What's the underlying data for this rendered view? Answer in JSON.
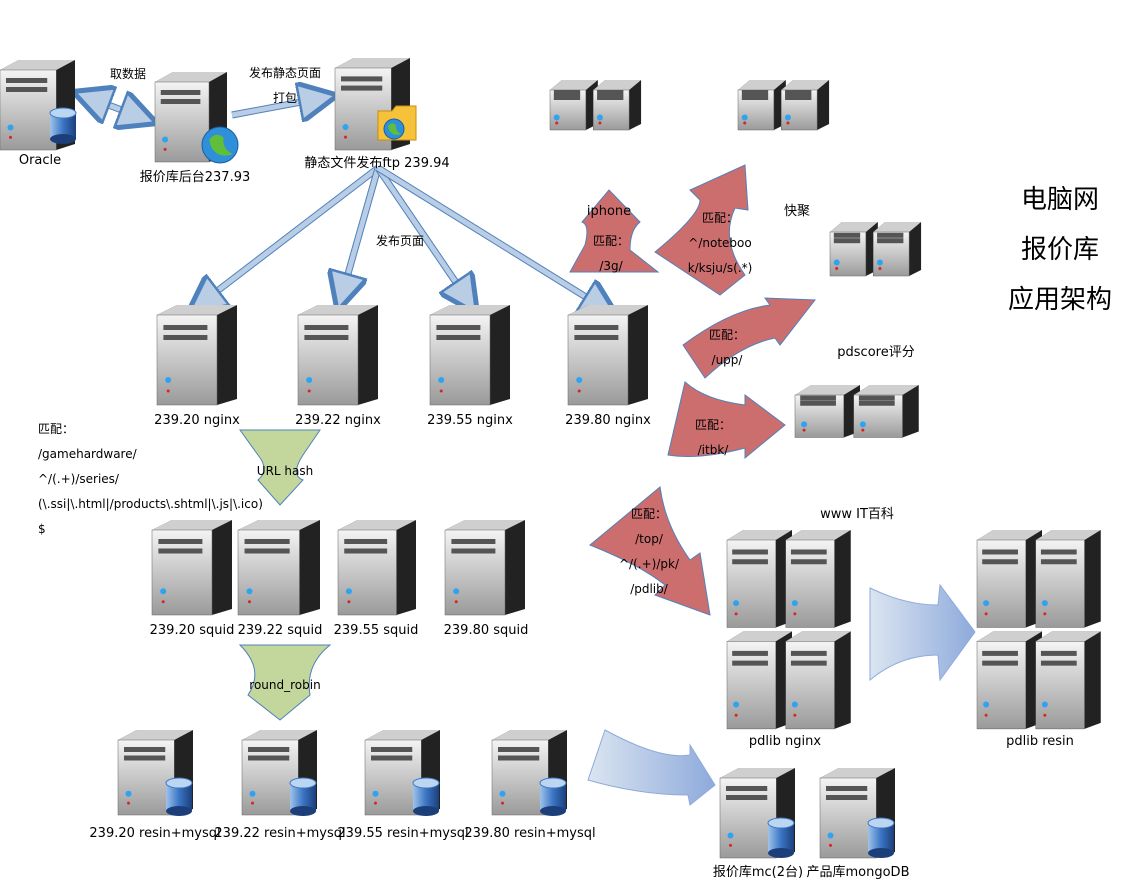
{
  "title_lines": [
    "电脑网",
    "报价库",
    "应用架构"
  ],
  "nodes": {
    "oracle": "Oracle",
    "backend": "报价库后台237.93",
    "ftp": "静态文件发布ftp 239.94",
    "iphone": "iphone",
    "kuaiju": "快聚",
    "pdscore": "pdscore评分",
    "www": "www IT百科",
    "nginx": [
      "239.20 nginx",
      "239.22 nginx",
      "239.55 nginx",
      "239.80 nginx"
    ],
    "squid": [
      "239.20 squid",
      "239.22 squid",
      "239.55 squid",
      "239.80 squid"
    ],
    "resin": [
      "239.20 resin+mysql",
      "239.22 resin+mysql",
      "239.55 resin+mysql",
      "239.80 resin+mysql"
    ],
    "mc": "报价库mc(2台)",
    "mongo": "产品库mongoDB",
    "pdlib_nginx": "pdlib nginx",
    "pdlib_resin": "pdlib resin"
  },
  "edge_labels": {
    "fetch": "取数据",
    "publish_static": "发布静态页面",
    "pack": "打包",
    "publish_page": "发布页面",
    "url_hash": "URL hash",
    "round_robin": "round_robin"
  },
  "rules": {
    "iphone": [
      "匹配：",
      "/3g/"
    ],
    "notebook": [
      "匹配：",
      "^/noteboo",
      "k/ksju/s(.*)"
    ],
    "upp": [
      "匹配：",
      "/upp/"
    ],
    "itbk": [
      "匹配：",
      "/itbk/"
    ],
    "pdlib": [
      "匹配：",
      "/top/",
      "^/(.+)/pk/",
      "/pdlib/"
    ],
    "squid": [
      "匹配：",
      "/gamehardware/",
      "^/(.+)/series/",
      "(\\.ssi|\\.html|/products\\.shtml|\\.js|\\.ico)",
      "$"
    ]
  },
  "colors": {
    "red_arrow": "#cd6e6e",
    "green_arrow": "#c3d69b",
    "blue_arrow": "#b9cde5",
    "arrow_stroke": "#4f81bd"
  }
}
